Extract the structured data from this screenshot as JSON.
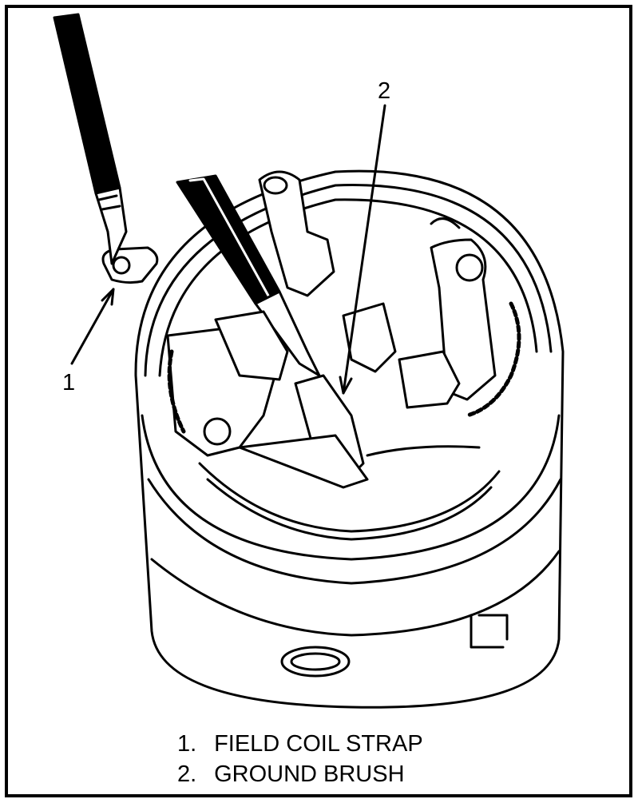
{
  "callouts": [
    {
      "number": "1"
    },
    {
      "number": "2"
    }
  ],
  "legend": [
    {
      "number": "1.",
      "label": "FIELD COIL STRAP"
    },
    {
      "number": "2.",
      "label": "GROUND BRUSH"
    }
  ],
  "colors": {
    "ink": "#000000",
    "paper": "#ffffff"
  },
  "icons": [
    "screwdriver-icon",
    "pliers-icon",
    "starter-housing-icon",
    "brush-holder-icon"
  ]
}
